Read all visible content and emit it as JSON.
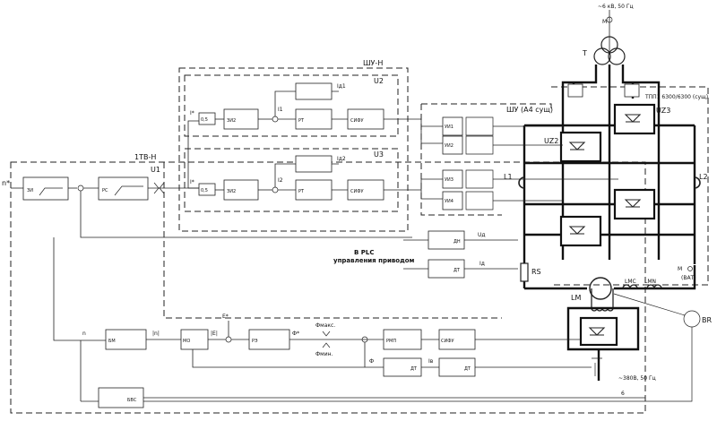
{
  "supply": {
    "top": "~6 кВ, 50 Гц",
    "excitation": "~380В, 50 Гц"
  },
  "groups": {
    "shu_n": "ШУ-Н",
    "shu_a4": "ШУ (А4 сущ)",
    "tv_n": "1ТВ-Н",
    "tpp": "ТПП1 6300/6300 (сущ)"
  },
  "units": {
    "u1": "U1",
    "u2": "U2",
    "u3": "U3",
    "uz2": "UZ2",
    "uz3": "UZ3"
  },
  "signals": {
    "n_ref": "n*",
    "i_ref1": "I*",
    "i_ref2": "I*",
    "id1": "Iд1",
    "id2": "Iд2",
    "i1": "I1",
    "i2": "I2",
    "ud": "Uд",
    "id": "Iд",
    "n": "n",
    "e_ref": "E*",
    "phi_ref": "Ф*",
    "phi_max": "Фмакс.",
    "phi_min": "Фмин.",
    "phi": "Ф",
    "iv": "Iв",
    "mod1": "|n|",
    "mod2": "|Е|",
    "six": "6"
  },
  "constants": {
    "k1": "0,5",
    "k2": "0,5"
  },
  "plc": {
    "line1": "В PLC",
    "line2": "управления приводом"
  },
  "components": {
    "t": "T",
    "l1": "L1",
    "l2": "L2",
    "rs": "RS",
    "lmc": "LMC",
    "lmn": "LMN",
    "lm": "LM",
    "br": "BR",
    "bat": "(ВАТ)",
    "m": "M",
    "m2": "M"
  },
  "blocks": {
    "zi": "ЗИ",
    "rs": "РС",
    "zi2": "ЗИ2",
    "zi3": "ЗИ2",
    "rt1": "РТ",
    "rt2": "РТ",
    "sifu1": "СИФУ",
    "sifu2": "СИФУ",
    "uni1": "УИ1",
    "uni2": "УИ2",
    "uni3": "УИ3",
    "uni4": "УИ4",
    "dn": "ДН",
    "dt": "ДТ",
    "bm": "БМ",
    "mo": "МО",
    "re": "РЭ",
    "rmp": "РМП",
    "sifu3": "СИФУ",
    "dt2": "ДТ",
    "dt3": "ДТ",
    "bvs": "БВС"
  }
}
